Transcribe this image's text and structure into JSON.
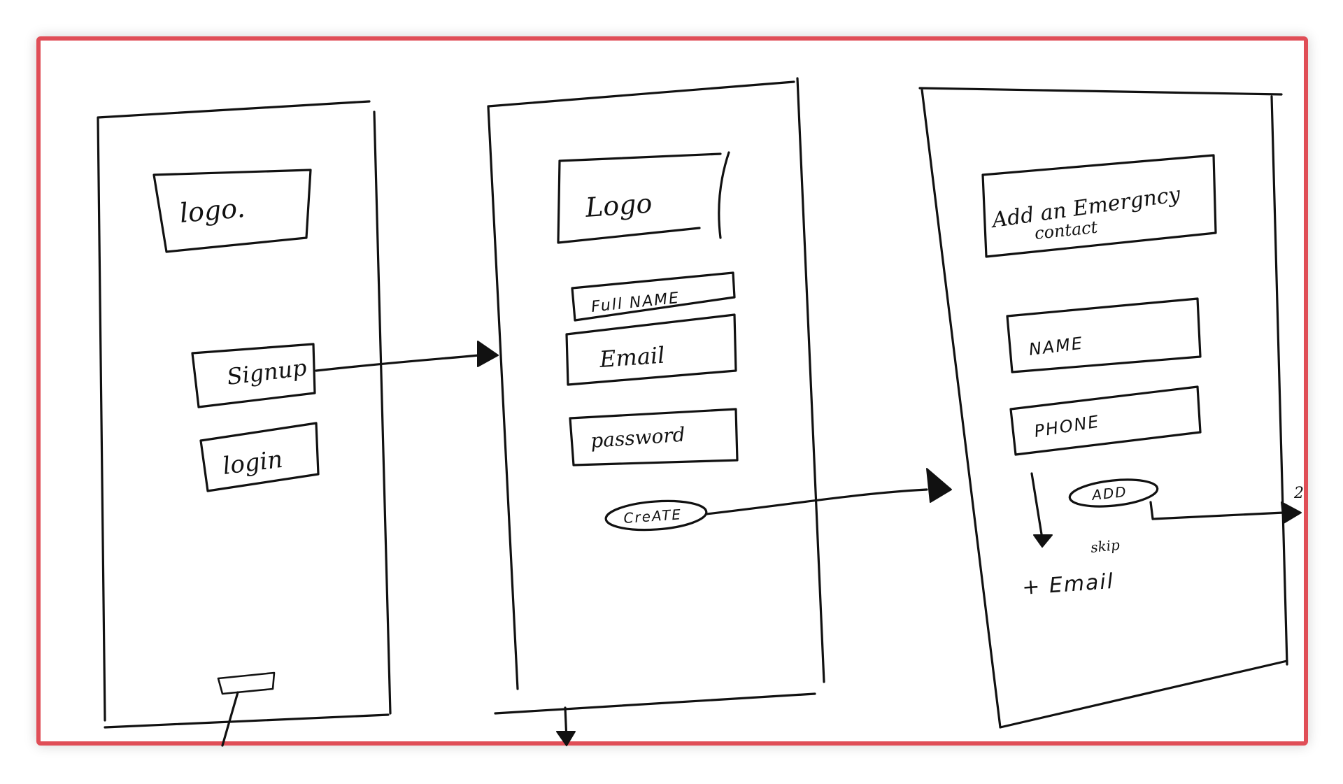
{
  "frame_color": "#e04e57",
  "ink_color": "#111111",
  "screens": [
    {
      "id": "welcome",
      "logo": "logo.",
      "signup_button": "Signup",
      "login_button": "login"
    },
    {
      "id": "create-account",
      "logo": "Logo",
      "full_name_field": "Full NAME",
      "email_field": "Email",
      "password_field": "password",
      "create_button": "CreATE"
    },
    {
      "id": "emergency-contact",
      "heading_line1": "Add an Emergncy",
      "heading_line2": "contact",
      "name_field": "NAME",
      "phone_field": "PHONE",
      "add_button": "ADD",
      "skip_label": "skip",
      "add_email_label": "+ Email",
      "next_marker": "2"
    }
  ]
}
